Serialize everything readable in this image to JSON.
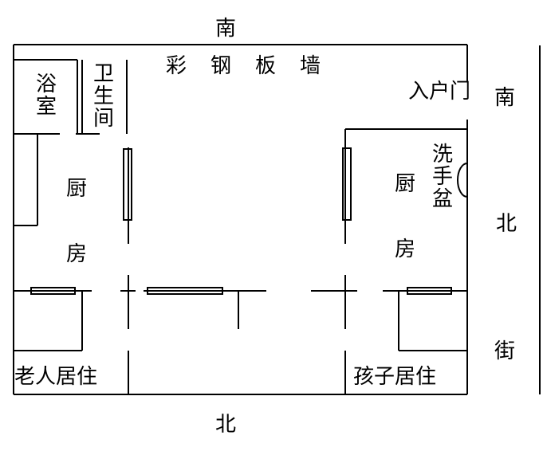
{
  "compass": {
    "top": "南",
    "bottom": "北",
    "street_south": "南",
    "street_north": "北",
    "street": "街"
  },
  "rooms": {
    "wall": "彩钢板墙",
    "bath": "浴室",
    "toilet": "卫生间",
    "kitchen_left_1": "厨",
    "kitchen_left_2": "房",
    "kitchen_right_1": "厨",
    "kitchen_right_2": "房",
    "washbasin": "洗手盆",
    "entry_door": "入户门",
    "elder_room": "老人居住",
    "child_room": "孩子居住"
  }
}
